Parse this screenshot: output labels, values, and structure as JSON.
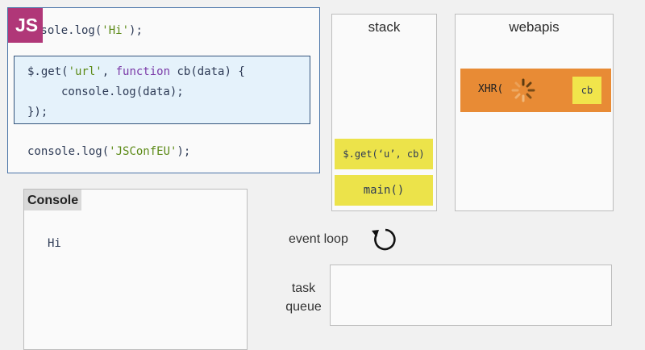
{
  "code": {
    "logo": "JS",
    "line1": {
      "prefix": "nsole.log(",
      "str": "'Hi'",
      "suffix": ");"
    },
    "line2": {
      "a": "$.get(",
      "str": "'url'",
      "b": ", ",
      "kw": "function",
      "c": " cb(data) {"
    },
    "line3": "console.log(data);",
    "line4": "});",
    "line5": {
      "prefix": "console.log(",
      "str": "'JSConfEU'",
      "suffix": ");"
    }
  },
  "console": {
    "title": "Console",
    "output": "Hi"
  },
  "stack": {
    "title": "stack",
    "frames": [
      "$.get(‘u’, cb)",
      "main()"
    ]
  },
  "webapis": {
    "title": "webapis",
    "xhr_label": "XHR(",
    "cb_label": "cb"
  },
  "event_loop": {
    "label": "event loop"
  },
  "task_queue": {
    "label": "task queue"
  },
  "colors": {
    "js_logo": "#b03778",
    "stack_frame": "#ece34a",
    "xhr": "#e88b35",
    "cb_chip": "#f1e54b",
    "callback_box": "#e5f2fb"
  },
  "icons": [
    "spinner-icon",
    "loop-arrow-icon"
  ]
}
